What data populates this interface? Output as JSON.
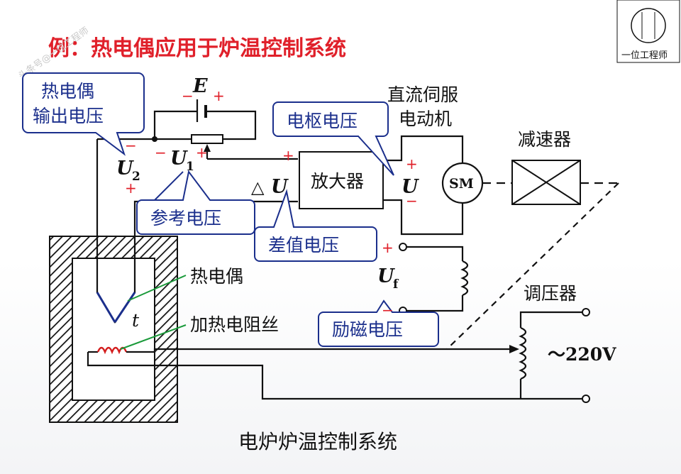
{
  "title": "例：热电偶应用于炉温控制系统",
  "caption": "电炉炉温控制系统",
  "watermark": {
    "logo_text": "一位工程师",
    "side_text": "头条号@一位工程师"
  },
  "callouts": {
    "thermocouple_output": [
      "热电偶",
      "输出电压"
    ],
    "armature_voltage": "电枢电压",
    "reference_voltage": "参考电压",
    "difference_voltage": "差值电压",
    "excitation_voltage": "励磁电压"
  },
  "labels": {
    "motor": [
      "直流伺服",
      "电动机"
    ],
    "reducer": "减速器",
    "amplifier": "放大器",
    "motor_symbol": "SM",
    "thermocouple": "热电偶",
    "heater": "加热电阻丝",
    "regulator": "调压器",
    "supply": "～220V",
    "temp_symbol": "t"
  },
  "symbols": {
    "E": "E",
    "U1": "U",
    "U1_sub": "1",
    "U2": "U",
    "U2_sub": "2",
    "dU_tri": "△",
    "dU": "U",
    "U": "U",
    "Uf": "U",
    "Uf_sub": "f"
  },
  "polarity": {
    "plus": "+",
    "minus": "−"
  },
  "colors": {
    "title": "#e0202a",
    "callout_border": "#1b2f8c",
    "leader_green": "#1a9a3a",
    "heater_red": "#d42020"
  }
}
